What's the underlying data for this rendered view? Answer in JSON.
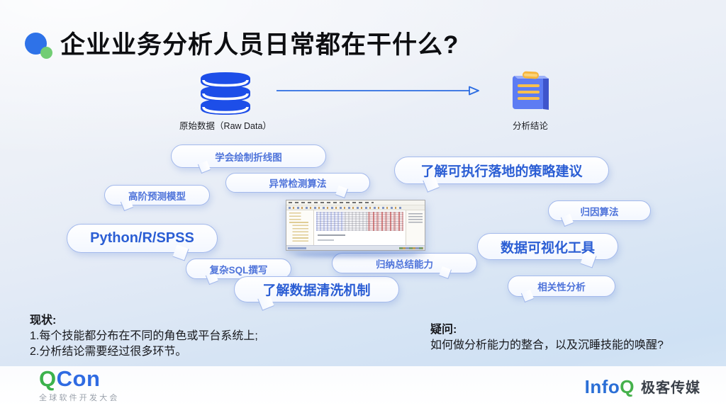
{
  "slide": {
    "title": "企业业务分析人员日常都在干什么?",
    "flow": {
      "source_label": "原始数据（Raw Data）",
      "target_label": "分析结论"
    },
    "bubbles": [
      {
        "label": "学会绘制折线图"
      },
      {
        "label": "异常检测算法"
      },
      {
        "label": "高阶预测模型"
      },
      {
        "label": "Python/R/SPSS"
      },
      {
        "label": "复杂SQL撰写"
      },
      {
        "label": "了解数据清洗机制"
      },
      {
        "label": "归纳总结能力"
      },
      {
        "label": "了解可执行落地的策略建议"
      },
      {
        "label": "归因算法"
      },
      {
        "label": "数据可视化工具"
      },
      {
        "label": "相关性分析"
      }
    ],
    "status": {
      "heading": "现状:",
      "items": [
        "1.每个技能都分布在不同的角色或平台系统上;",
        "2.分析结论需要经过很多环节。"
      ]
    },
    "question": {
      "heading": "疑问:",
      "text": "如何做分析能力的整合，以及沉睡技能的唤醒?"
    },
    "footer": {
      "qcon": {
        "q": "Q",
        "con": "Con",
        "subtitle": "全球软件开发大会"
      },
      "infoq": {
        "info": "Info",
        "q": "Q",
        "media": "极客传媒"
      }
    },
    "colors": {
      "accent_blue": "#2b6ce2",
      "bubble_text": "#4f74da",
      "bubble_text_strong": "#2b5ed4",
      "bubble_border": "#a3b9ec",
      "qcon_green": "#3cb24c",
      "qcon_blue": "#2f6be2",
      "infoq_blue": "#2b6fd6",
      "infoq_green": "#45b14b",
      "database_blue": "#1d4ee8",
      "report_blue": "#5d7cf3",
      "report_yellow": "#f6b53c"
    }
  }
}
